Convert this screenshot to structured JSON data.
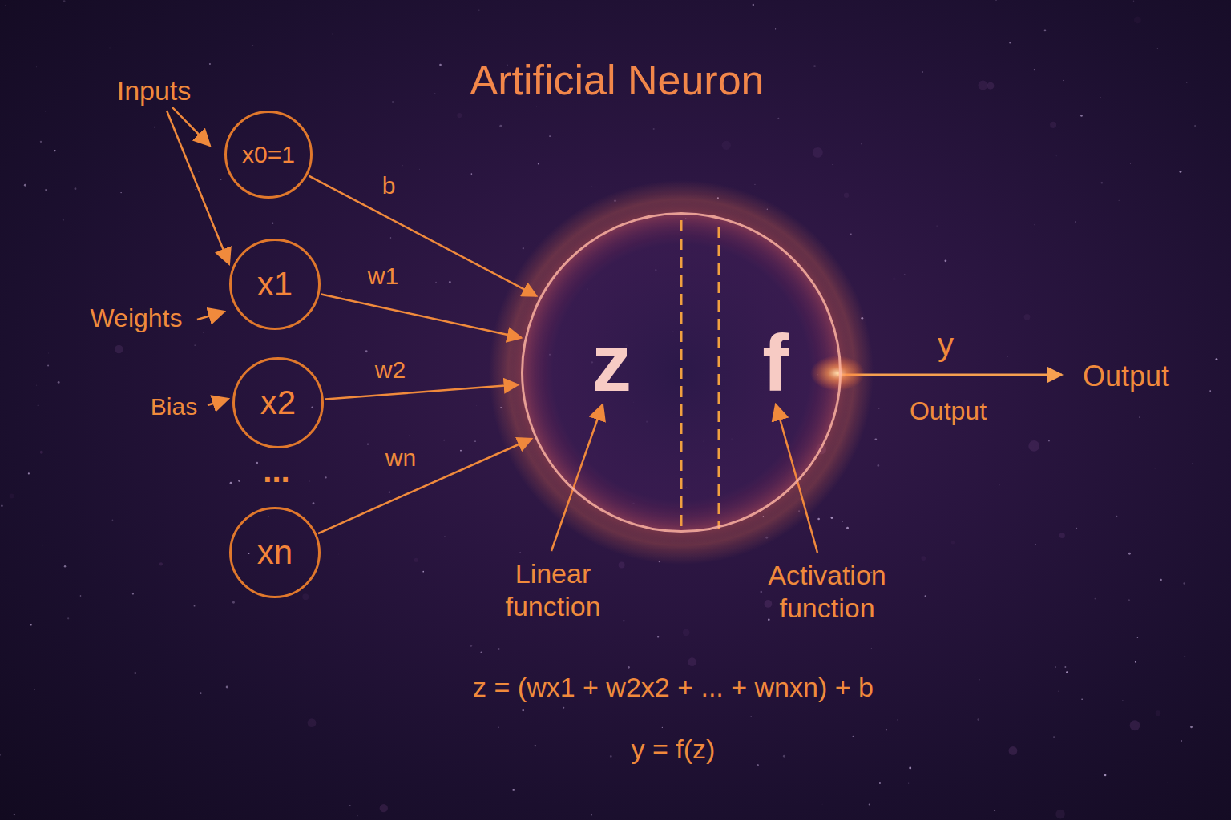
{
  "diagram": {
    "title": "Artificial Neuron",
    "nodes": [
      {
        "text": [
          "x0=1"
        ]
      },
      {
        "text": [
          "x1"
        ]
      },
      {
        "text": [
          "x2"
        ]
      },
      {
        "text": [
          "xn"
        ]
      },
      {
        "text": [
          "z",
          "f"
        ]
      }
    ],
    "edges": [
      {
        "from": 0,
        "to": 4,
        "label": "b",
        "arrow": "to"
      },
      {
        "from": 1,
        "to": 4,
        "label": "w1",
        "arrow": "to"
      },
      {
        "from": 2,
        "to": 4,
        "label": "w2",
        "arrow": "to"
      },
      {
        "from": 3,
        "to": 4,
        "label": "wn",
        "arrow": "to"
      }
    ],
    "labels": [
      "Inputs",
      "Weights",
      "Bias",
      "...",
      "Linear function",
      "Activation function",
      "y",
      "Output",
      "Output",
      "z = (wx1 + w2x2 + ... + wnxn) + b",
      "y = f(z)"
    ]
  }
}
